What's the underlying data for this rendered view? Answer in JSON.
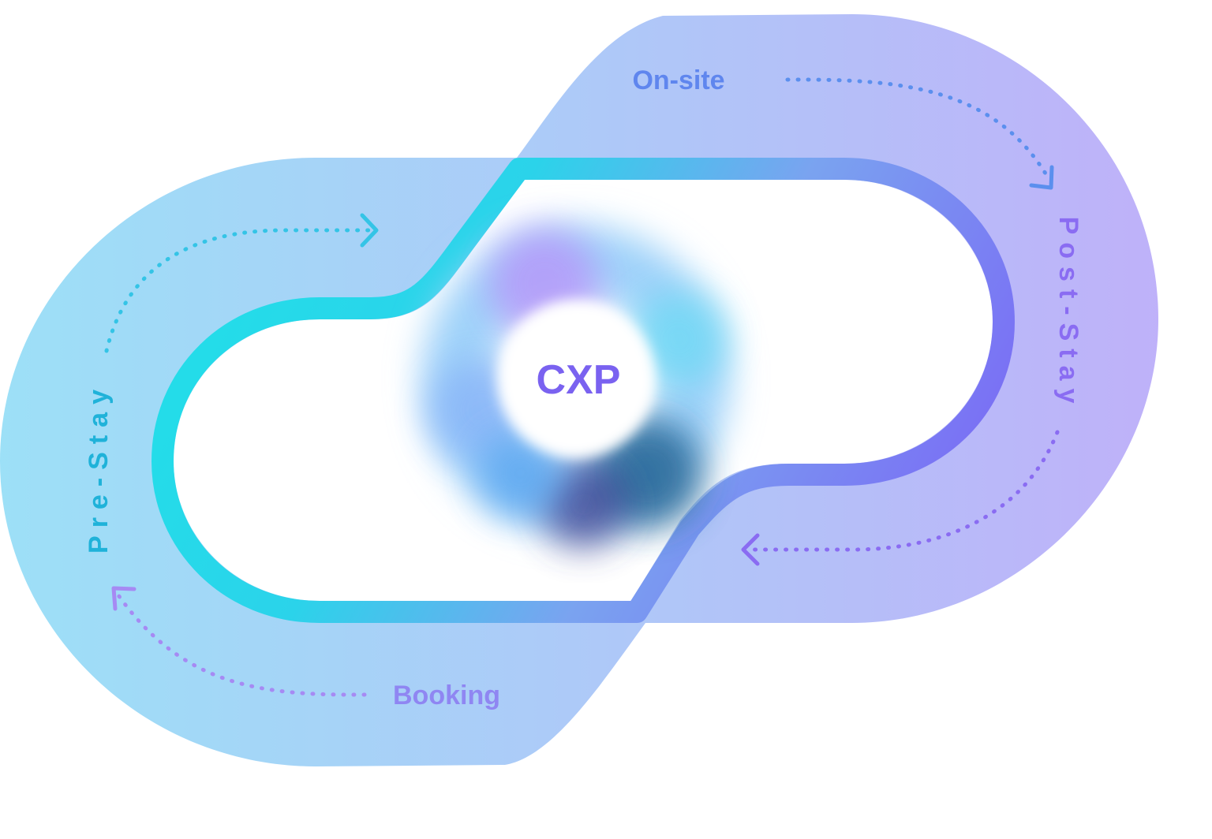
{
  "center": {
    "label": "CXP",
    "label_color": "#7a62f0"
  },
  "stages": {
    "on_site": {
      "label": "On-site",
      "color": "#5f86ee"
    },
    "post_stay": {
      "label": "Post-Stay",
      "color": "#8a6cf2"
    },
    "booking": {
      "label": "Booking",
      "color": "#8f86f2"
    },
    "pre_stay": {
      "label": "Pre-Stay",
      "color": "#1fb2d9"
    }
  },
  "colors": {
    "band_left": "#8fdcf5",
    "band_mid": "#a9c0f7",
    "band_right": "#b9a7f8",
    "stroke_cyan": "#22dbe8",
    "stroke_blue": "#6aa6ef",
    "stroke_violet": "#7e62f4",
    "arrow_cyan": "#34c4e6",
    "arrow_blue": "#5b8fee",
    "arrow_violet": "#8a6cf2"
  }
}
